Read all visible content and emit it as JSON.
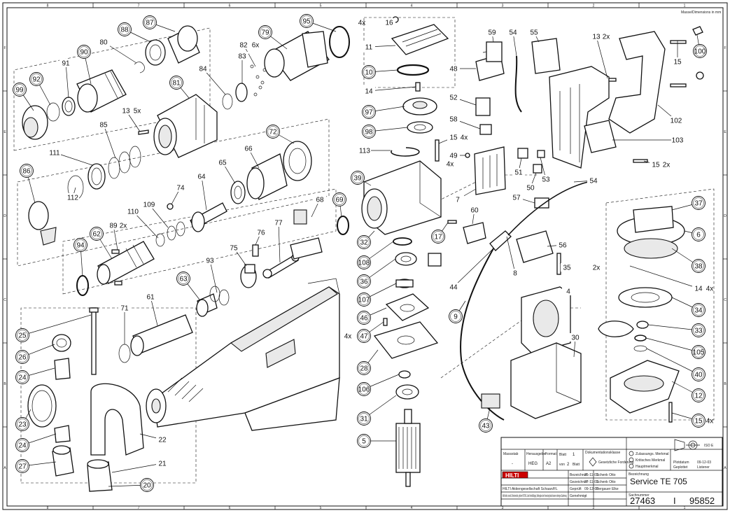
{
  "header": {
    "top_right_note": "Masse/Dimensions in mm"
  },
  "border": {
    "columns": [
      "8",
      "7",
      "6",
      "5",
      "4",
      "3",
      "2",
      "1"
    ],
    "rows": [
      "F",
      "E",
      "D",
      "C",
      "B",
      "A"
    ]
  },
  "callouts": [
    {
      "id": "c99",
      "label": "99"
    },
    {
      "id": "c92",
      "label": "92"
    },
    {
      "id": "c91",
      "label": "91"
    },
    {
      "id": "c90",
      "label": "90"
    },
    {
      "id": "c80",
      "label": "80"
    },
    {
      "id": "c88",
      "label": "88"
    },
    {
      "id": "c87",
      "label": "87"
    },
    {
      "id": "c95",
      "label": "95"
    },
    {
      "id": "c79",
      "label": "79"
    },
    {
      "id": "c82",
      "label": "82"
    },
    {
      "id": "c82q",
      "label": "6x"
    },
    {
      "id": "c83",
      "label": "83"
    },
    {
      "id": "c84",
      "label": "84"
    },
    {
      "id": "c81",
      "label": "81"
    },
    {
      "id": "c13a",
      "label": "13"
    },
    {
      "id": "c13aq",
      "label": "5x"
    },
    {
      "id": "c85",
      "label": "85"
    },
    {
      "id": "c111",
      "label": "111"
    },
    {
      "id": "c86",
      "label": "86"
    },
    {
      "id": "c112",
      "label": "112"
    },
    {
      "id": "c72",
      "label": "72"
    },
    {
      "id": "c66",
      "label": "66"
    },
    {
      "id": "c65",
      "label": "65"
    },
    {
      "id": "c64",
      "label": "64"
    },
    {
      "id": "c74",
      "label": "74"
    },
    {
      "id": "c109",
      "label": "109"
    },
    {
      "id": "c110",
      "label": "110"
    },
    {
      "id": "c62",
      "label": "62"
    },
    {
      "id": "c89",
      "label": "89"
    },
    {
      "id": "c89q",
      "label": "2x"
    },
    {
      "id": "c94",
      "label": "94"
    },
    {
      "id": "c76",
      "label": "76"
    },
    {
      "id": "c77",
      "label": "77"
    },
    {
      "id": "c75",
      "label": "75"
    },
    {
      "id": "c68",
      "label": "68"
    },
    {
      "id": "c69",
      "label": "69"
    },
    {
      "id": "c63",
      "label": "63"
    },
    {
      "id": "c93",
      "label": "93"
    },
    {
      "id": "c61",
      "label": "61"
    },
    {
      "id": "c71",
      "label": "71"
    },
    {
      "id": "c25",
      "label": "25"
    },
    {
      "id": "c26",
      "label": "26"
    },
    {
      "id": "c24a",
      "label": "24"
    },
    {
      "id": "c23",
      "label": "23"
    },
    {
      "id": "c24b",
      "label": "24"
    },
    {
      "id": "c27",
      "label": "27"
    },
    {
      "id": "c22",
      "label": "22"
    },
    {
      "id": "c21",
      "label": "21"
    },
    {
      "id": "c20",
      "label": "20"
    },
    {
      "id": "c16q",
      "label": "4x"
    },
    {
      "id": "c16",
      "label": "16"
    },
    {
      "id": "c11",
      "label": "11"
    },
    {
      "id": "c10",
      "label": "10"
    },
    {
      "id": "c14a",
      "label": "14"
    },
    {
      "id": "c97",
      "label": "97"
    },
    {
      "id": "c98",
      "label": "98"
    },
    {
      "id": "c15a",
      "label": "15"
    },
    {
      "id": "c15aq",
      "label": "4x"
    },
    {
      "id": "c113",
      "label": "113"
    },
    {
      "id": "c39",
      "label": "39"
    },
    {
      "id": "c32",
      "label": "32"
    },
    {
      "id": "c108",
      "label": "108"
    },
    {
      "id": "c36",
      "label": "36"
    },
    {
      "id": "c107",
      "label": "107"
    },
    {
      "id": "c46",
      "label": "46"
    },
    {
      "id": "c47q",
      "label": "4x"
    },
    {
      "id": "c47",
      "label": "47"
    },
    {
      "id": "c28",
      "label": "28"
    },
    {
      "id": "c106",
      "label": "106"
    },
    {
      "id": "c31",
      "label": "31"
    },
    {
      "id": "c5",
      "label": "5"
    },
    {
      "id": "c59",
      "label": "59"
    },
    {
      "id": "c54a",
      "label": "54"
    },
    {
      "id": "c55",
      "label": "55"
    },
    {
      "id": "c48",
      "label": "48"
    },
    {
      "id": "c52",
      "label": "52"
    },
    {
      "id": "c58",
      "label": "58"
    },
    {
      "id": "c49q",
      "label": "4x"
    },
    {
      "id": "c49",
      "label": "49"
    },
    {
      "id": "c51",
      "label": "51"
    },
    {
      "id": "c50",
      "label": "50"
    },
    {
      "id": "c53",
      "label": "53"
    },
    {
      "id": "c7",
      "label": "7"
    },
    {
      "id": "c57",
      "label": "57"
    },
    {
      "id": "c54b",
      "label": "54"
    },
    {
      "id": "c60",
      "label": "60"
    },
    {
      "id": "c17",
      "label": "17"
    },
    {
      "id": "c56",
      "label": "56"
    },
    {
      "id": "c44",
      "label": "44"
    },
    {
      "id": "c8",
      "label": "8"
    },
    {
      "id": "c9",
      "label": "9"
    },
    {
      "id": "c35",
      "label": "35"
    },
    {
      "id": "c35q",
      "label": "2x"
    },
    {
      "id": "c4",
      "label": "4"
    },
    {
      "id": "c30",
      "label": "30"
    },
    {
      "id": "c43",
      "label": "43"
    },
    {
      "id": "c13b",
      "label": "13"
    },
    {
      "id": "c13bq",
      "label": "2x"
    },
    {
      "id": "c100",
      "label": "100"
    },
    {
      "id": "c15b",
      "label": "15"
    },
    {
      "id": "c102",
      "label": "102"
    },
    {
      "id": "c103",
      "label": "103"
    },
    {
      "id": "c15c",
      "label": "15"
    },
    {
      "id": "c15cq",
      "label": "2x"
    },
    {
      "id": "c37",
      "label": "37"
    },
    {
      "id": "c6",
      "label": "6"
    },
    {
      "id": "c38",
      "label": "38"
    },
    {
      "id": "c14b",
      "label": "14"
    },
    {
      "id": "c14bq",
      "label": "4x"
    },
    {
      "id": "c34",
      "label": "34"
    },
    {
      "id": "c33",
      "label": "33"
    },
    {
      "id": "c105",
      "label": "105"
    },
    {
      "id": "c40",
      "label": "40"
    },
    {
      "id": "c12",
      "label": "12"
    },
    {
      "id": "c15d",
      "label": "15"
    },
    {
      "id": "c15dq",
      "label": "4x"
    }
  ],
  "title_block": {
    "logo": "HILTI",
    "massstab_label": "Massstab",
    "massstab_value": "-",
    "herausgeber_label": "Herausgeber",
    "herausgeber_value": "HEG",
    "format_label": "Format",
    "format_value": "A2",
    "blatt_label": "Blatt",
    "blatt_value": "1",
    "von_label": "von",
    "von_value": "2",
    "blatt_suffix": "Blatt",
    "doc_class_label": "Dokumentationsklasse",
    "doc_class_value": "Gesetzliche Forderung",
    "bezeichnet_label": "Bezeichnet",
    "bezeichnet_date": "25-11-03",
    "bezeichnet_name": "Schenk Otto",
    "gezeichnet_label": "Gezeichnet",
    "gezeichnet_date": "27-11-03",
    "gezeichnet_name": "Schenk Otto",
    "geprueft_label": "Geprüft",
    "geprueft_date": "09-12-03",
    "geprueft_name": "Bergauer Elke",
    "genehmigt_label": "Genehmigt",
    "genehmigt_date": "-",
    "company": "HILTI Aktiengesellschaft Schaan/FL",
    "legal": "Alle Rechte, einschl. Urheberrechte, gehören HILTI AG. Jede Vervielfältigung, Weitergabe oder Verwertung bedarf unserer vorherigen Zustimmung.",
    "check_1": "Zulassungs. Merkmal",
    "check_2": "Kritisches Merkmal",
    "check_3": "Hauptmerkmal",
    "iso_label": "ISO E",
    "plot_datum_label": "Plotdatum",
    "plot_datum_value": "09-12-03",
    "geplottet_label": "Geplottet",
    "geplottet_value": "Listener",
    "bezeichnung_label": "Bezeichnung",
    "title": "Service TE 705",
    "sachnummer_label": "Sachnummer",
    "number_1": "27463",
    "number_sep": "I",
    "number_2": "95852"
  }
}
